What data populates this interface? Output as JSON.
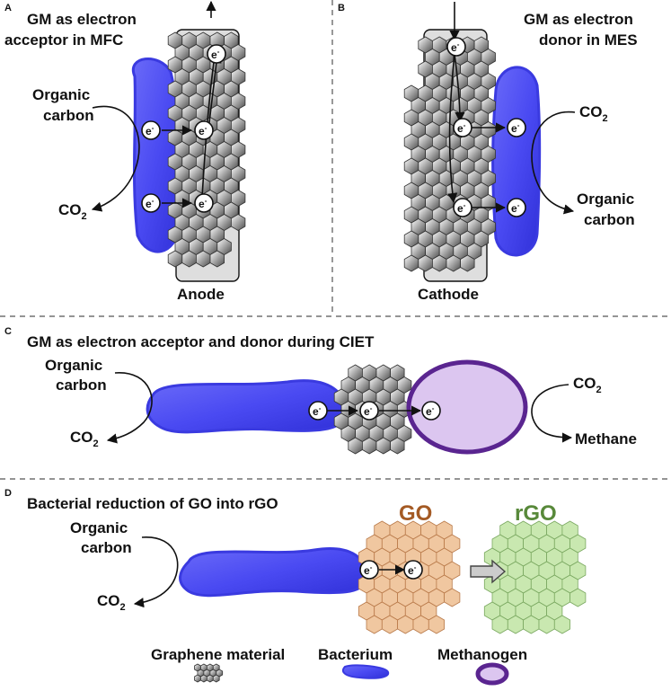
{
  "panels": {
    "a": {
      "letter": "A",
      "title_line1": "GM as electron",
      "title_line2": "acceptor in MFC",
      "substrate_line1": "Organic",
      "substrate_line2": "carbon",
      "product": "CO",
      "product_sub": "2",
      "electrode": "Anode"
    },
    "b": {
      "letter": "B",
      "title_line1": "GM as electron",
      "title_line2": "donor in MES",
      "substrate": "CO",
      "substrate_sub": "2",
      "product_line1": "Organic",
      "product_line2": "carbon",
      "electrode": "Cathode"
    },
    "c": {
      "letter": "C",
      "title": "GM as electron acceptor and donor during CIET",
      "substrate_line1": "Organic",
      "substrate_line2": "carbon",
      "product": "CO",
      "product_sub": "2",
      "methanogen_in": "CO",
      "methanogen_in_sub": "2",
      "methanogen_out": "Methane"
    },
    "d": {
      "letter": "D",
      "title": "Bacterial reduction of GO into rGO",
      "substrate_line1": "Organic",
      "substrate_line2": "carbon",
      "product": "CO",
      "product_sub": "2",
      "go_label": "GO",
      "rgo_label": "rGO"
    }
  },
  "electron": {
    "symbol": "e",
    "charge": "-"
  },
  "legend": {
    "graphene": "Graphene material",
    "bacterium": "Bacterium",
    "methanogen": "Methanogen"
  },
  "colors": {
    "bacterium": "#4848f0",
    "methanogen_fill": "#dcc6f0",
    "methanogen_stroke": "#5a2590",
    "go_text": "#a45a24",
    "go_hex": "#f0c7a0",
    "rgo_text": "#58893a",
    "rgo_hex": "#c9e8b0",
    "electrode": "#dedede"
  }
}
